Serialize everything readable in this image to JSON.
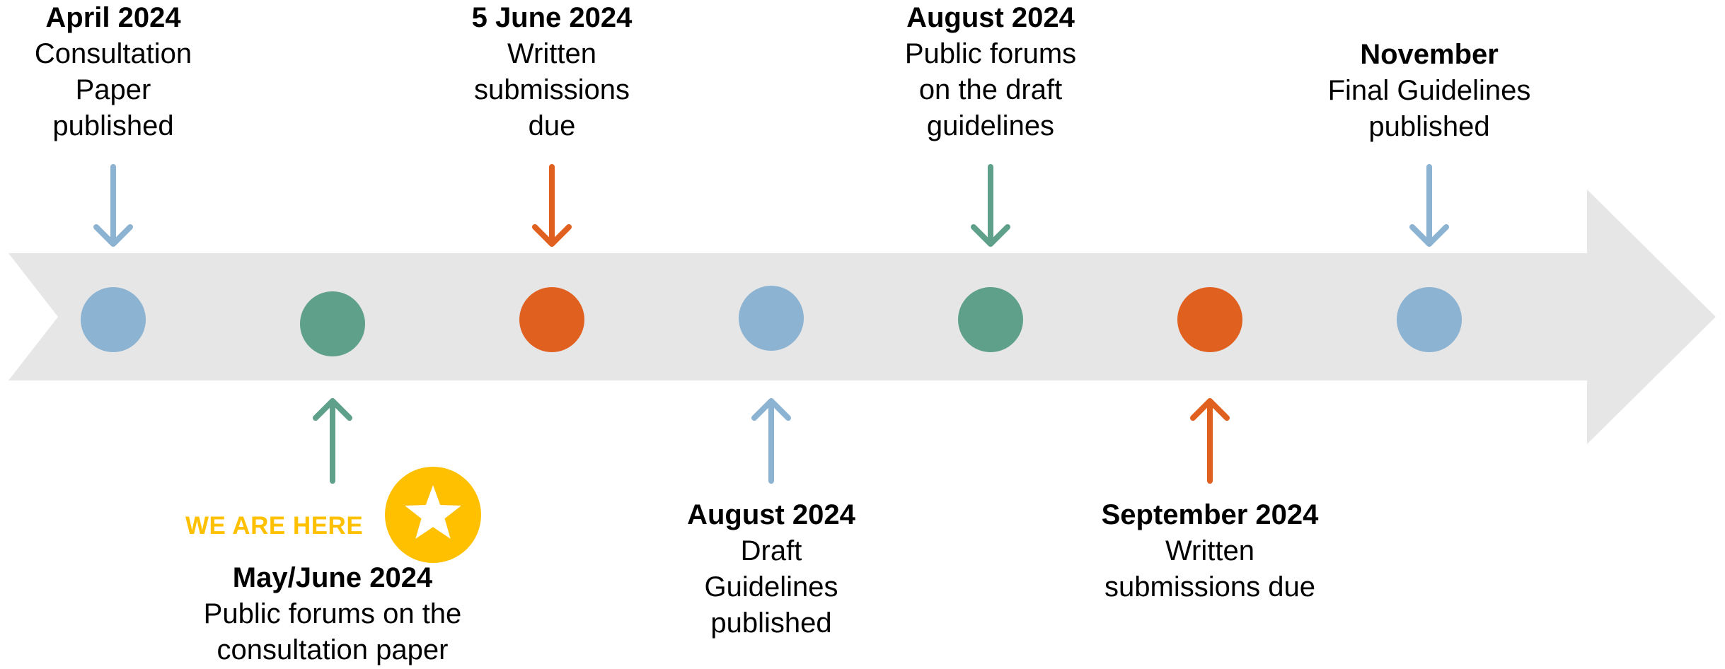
{
  "colors": {
    "blue": "#8cb3d1",
    "green": "#5fa08a",
    "orange": "#e06020",
    "arrow_band": "#e6e6e6",
    "highlight": "#ffc000"
  },
  "milestones": [
    {
      "date": "April 2024",
      "description": "Consultation\nPaper\npublished",
      "color": "blue",
      "position": "above"
    },
    {
      "date": "May/June 2024",
      "description": "Public forums on the\nconsultation paper",
      "color": "green",
      "position": "below"
    },
    {
      "date": "5 June 2024",
      "description": "Written\nsubmissions\ndue",
      "color": "orange",
      "position": "above"
    },
    {
      "date": "August 2024",
      "description": "Draft\nGuidelines\npublished",
      "color": "blue",
      "position": "below"
    },
    {
      "date": "August 2024",
      "description": "Public forums\non the draft\nguidelines",
      "color": "green",
      "position": "above"
    },
    {
      "date": "September 2024",
      "description": "Written\nsubmissions due",
      "color": "orange",
      "position": "below"
    },
    {
      "date": "November",
      "description": "Final Guidelines\npublished",
      "color": "blue",
      "position": "above"
    }
  ],
  "current_marker": {
    "text": "WE ARE HERE",
    "icon": "star-icon",
    "milestone": "May/June 2024"
  }
}
